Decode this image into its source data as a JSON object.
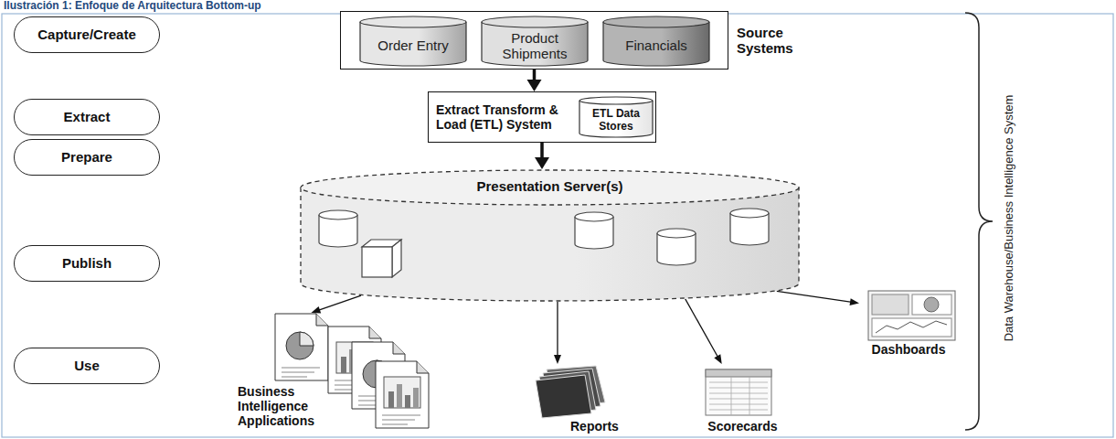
{
  "diagram": {
    "caption": "Ilustración 1: Enfoque de Arquitectura Bottom-up",
    "nodes": [
      {
        "text": [
          "Capture/Create"
        ]
      },
      {
        "text": [
          "Source Systems"
        ]
      },
      {
        "text": [
          "Order Entry"
        ],
        "in": 1
      },
      {
        "text": [
          "Product Shipments"
        ],
        "in": 1
      },
      {
        "text": [
          "Financials"
        ],
        "in": 1
      },
      {
        "text": [
          "Extract"
        ]
      },
      {
        "text": [
          "Extract Transform & Load (ETL) System"
        ]
      },
      {
        "text": [
          "ETL Data Stores"
        ],
        "in": 6
      },
      {
        "text": [
          "Prepare"
        ]
      },
      {
        "text": [
          "Presentation Server(s)"
        ]
      },
      {
        "text": [
          "Publish"
        ]
      },
      {
        "text": [
          "Use"
        ]
      },
      {
        "text": [
          "Business Intelligence Applications"
        ]
      },
      {
        "text": [
          "Reports"
        ]
      },
      {
        "text": [
          "Scorecards"
        ]
      },
      {
        "text": [
          "Dashboards"
        ]
      }
    ],
    "edges": [
      {
        "from": 1,
        "to": 6,
        "arrow": "to"
      },
      {
        "from": 6,
        "to": 9,
        "arrow": "to"
      },
      {
        "from": 9,
        "to": 12,
        "arrow": "to"
      },
      {
        "from": 9,
        "to": 13,
        "arrow": "to"
      },
      {
        "from": 9,
        "to": 14,
        "arrow": "to"
      },
      {
        "from": 9,
        "to": 15,
        "arrow": "to"
      }
    ],
    "labels": [
      "Data Warehouse/Business Intelligence System"
    ]
  }
}
